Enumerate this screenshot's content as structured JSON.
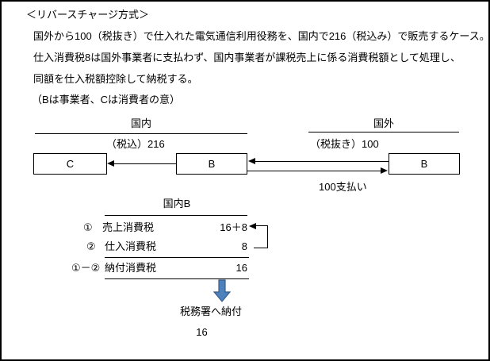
{
  "page": {
    "title": "＜リバースチャージ方式＞",
    "body_lines": [
      "国外から100（税抜き）で仕入れた電気通信利用役務を、国内で216（税込み）で販売するケース。",
      "仕入消費税8は国外事業者に支払わず、国内事業者が課税売上に係る消費税額として処理し、",
      "同額を仕入税額控除して納税する。",
      "（Bは事業者、Cは消費者の意）"
    ]
  },
  "diagram": {
    "domestic_label": "国内",
    "overseas_label": "国外",
    "domestic_price": "（税込）216",
    "overseas_price": "（税抜き）100",
    "consumer_box": "C",
    "domestic_business_box": "B",
    "overseas_business_box": "B",
    "payment_label": "100支払い"
  },
  "table": {
    "header": "国内B",
    "rows": [
      {
        "no": "①",
        "label": "売上消費税",
        "value": "16＋8"
      },
      {
        "no": "②",
        "label": "仕入消費税",
        "value": "8"
      },
      {
        "no": "①－②",
        "label": "納付消費税",
        "value": "16"
      }
    ],
    "footer_label": "税務署へ納付",
    "footer_value": "16"
  },
  "colors": {
    "blue_arrow_fill": "#4f81bd",
    "blue_arrow_border": "#385d8a"
  }
}
